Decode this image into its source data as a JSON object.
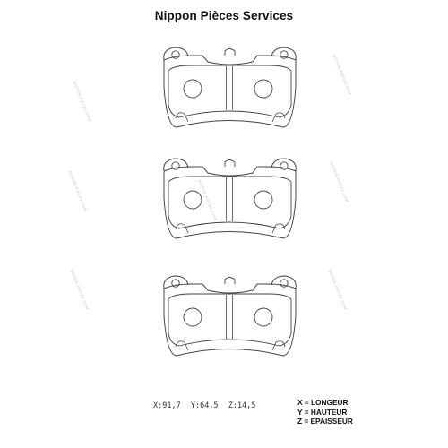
{
  "header": {
    "brand": "Nippon Pièces Services"
  },
  "watermark": {
    "text": "NIPPON-PIECES.COM"
  },
  "dimensions": {
    "x": "X:91,7",
    "y": "Y:64,5",
    "z": "Z:14,5"
  },
  "legend": {
    "x": "X = LONGEUR",
    "y": "Y = HAUTEUR",
    "z": "Z = EPAISSEUR"
  },
  "colors": {
    "line": "#444444",
    "watermark": "#c8c8c8",
    "text": "#111111"
  }
}
